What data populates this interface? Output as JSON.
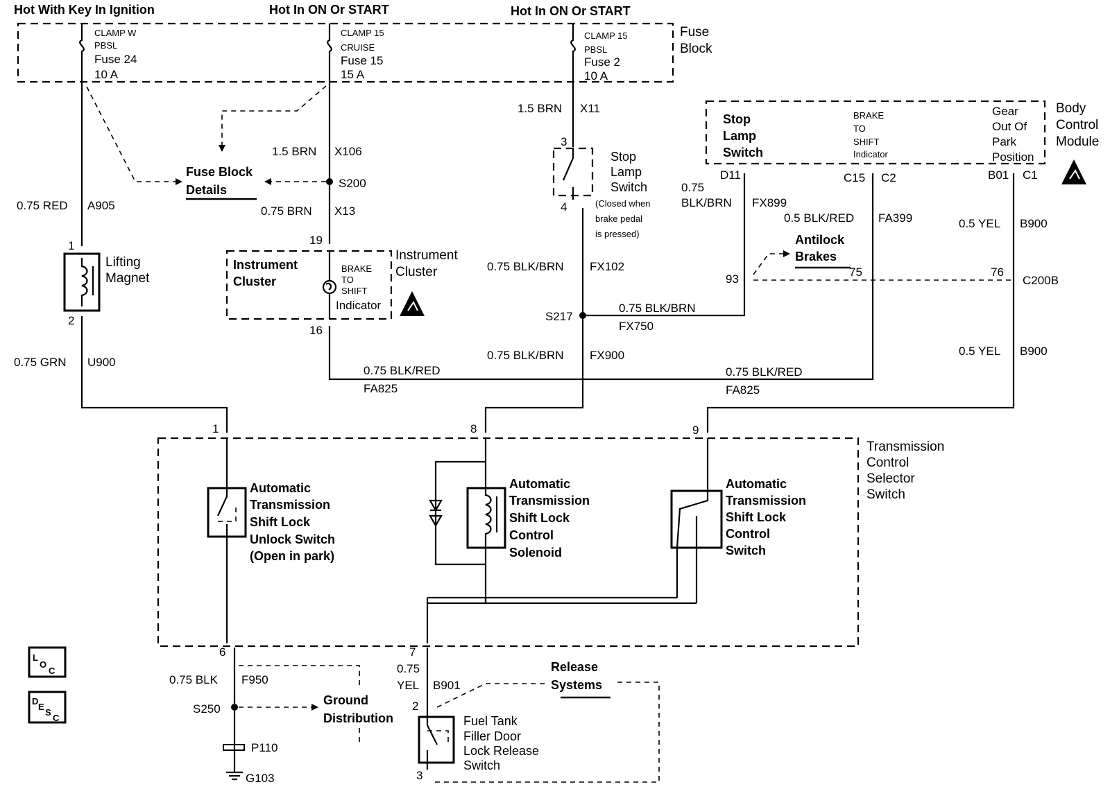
{
  "headers": {
    "h1": "Hot With Key In Ignition",
    "h2": "Hot In ON Or START",
    "h3": "Hot In ON Or START"
  },
  "fuse_block": {
    "label_1": "Fuse",
    "label_2": "Block",
    "fuses": [
      {
        "l1": "CLAMP W",
        "l2": "PBSL",
        "name": "Fuse 24",
        "rating": "10 A"
      },
      {
        "l1": "CLAMP 15",
        "l2": "CRUISE",
        "name": "Fuse 15",
        "rating": "15 A"
      },
      {
        "l1": "CLAMP 15",
        "l2": "PBSL",
        "name": "Fuse 2",
        "rating": "10 A"
      }
    ]
  },
  "bcm": {
    "title_1": "Body",
    "title_2": "Control",
    "title_3": "Module",
    "stop_lamp": [
      "Stop",
      "Lamp",
      "Switch"
    ],
    "bts": [
      "BRAKE",
      "TO",
      "SHIFT",
      "Indicator"
    ],
    "gear": [
      "Gear",
      "Out Of",
      "Park",
      "Position"
    ],
    "pins": {
      "d11": "D11",
      "c15": "C15",
      "c2": "C2",
      "b01": "B01",
      "c1": "C1"
    }
  },
  "wires": {
    "a905_size": "0.75 RED",
    "a905": "A905",
    "u900_size": "0.75 GRN",
    "u900": "U900",
    "x106_size": "1.5 BRN",
    "x106": "X106",
    "x13_size": "0.75 BRN",
    "x13": "X13",
    "x11_size": "1.5 BRN",
    "x11": "X11",
    "fx102_size": "0.75 BLK/BRN",
    "fx102": "FX102",
    "fx750_size": "0.75 BLK/BRN",
    "fx750": "FX750",
    "fx900_size": "0.75 BLK/BRN",
    "fx900": "FX900",
    "fa825a_size": "0.75 BLK/RED",
    "fa825a": "FA825",
    "fa825b_size": "0.75 BLK/RED",
    "fa825b": "FA825",
    "fx899_size_1": "0.75",
    "fx899_size_2": "BLK/BRN",
    "fx899": "FX899",
    "fa399_size": "0.5 BLK/RED",
    "fa399": "FA399",
    "b900a_size": "0.5 YEL",
    "b900a": "B900",
    "b900b_size": "0.5 YEL",
    "b900b": "B900",
    "f950_size": "0.75 BLK",
    "f950": "F950",
    "b901_size_1": "0.75",
    "b901_size_2": "YEL",
    "b901": "B901"
  },
  "splices": {
    "s200": "S200",
    "s217": "S217",
    "s250": "S250"
  },
  "connectors": {
    "c200b": "C200B",
    "p110": "P110",
    "g103": "G103"
  },
  "pins": {
    "p1": "1",
    "p2": "2",
    "p19": "19",
    "p16": "16",
    "p3": "3",
    "p4": "4",
    "p93": "93",
    "p75": "75",
    "p76": "76",
    "t1": "1",
    "t8": "8",
    "t9": "9",
    "t6": "6",
    "t7": "7",
    "r2": "2",
    "r3": "3"
  },
  "components": {
    "fuse_block_details": [
      "Fuse Block",
      "Details"
    ],
    "lifting_magnet": [
      "Lifting",
      "Magnet"
    ],
    "instrument_cluster_in": [
      "Instrument",
      "Cluster"
    ],
    "instrument_cluster_out": [
      "Instrument",
      "Cluster"
    ],
    "bts_ind": [
      "BRAKE",
      "TO",
      "SHIFT",
      "Indicator"
    ],
    "stop_lamp_switch": [
      "Stop",
      "Lamp",
      "Switch"
    ],
    "stop_lamp_note": [
      "(Closed when",
      "brake pedal",
      "is pressed)"
    ],
    "antilock": [
      "Antilock",
      "Brakes"
    ],
    "tcss": [
      "Transmission",
      "Control",
      "Selector",
      "Switch"
    ],
    "unlock_switch": [
      "Automatic",
      "Transmission",
      "Shift Lock",
      "Unlock Switch",
      "(Open in park)"
    ],
    "solenoid": [
      "Automatic",
      "Transmission",
      "Shift Lock",
      "Control",
      "Solenoid"
    ],
    "control_switch": [
      "Automatic",
      "Transmission",
      "Shift Lock",
      "Control",
      "Switch"
    ],
    "ground_dist": [
      "Ground",
      "Distribution"
    ],
    "release": [
      "Release",
      "Systems"
    ],
    "fuel_door": [
      "Fuel Tank",
      "Filler Door",
      "Lock Release",
      "Switch"
    ]
  },
  "legend": {
    "loc": {
      "a": "L",
      "b": "O",
      "c": "C"
    },
    "desc": {
      "a": "D",
      "b": "E",
      "c": "S",
      "d": "C"
    }
  }
}
